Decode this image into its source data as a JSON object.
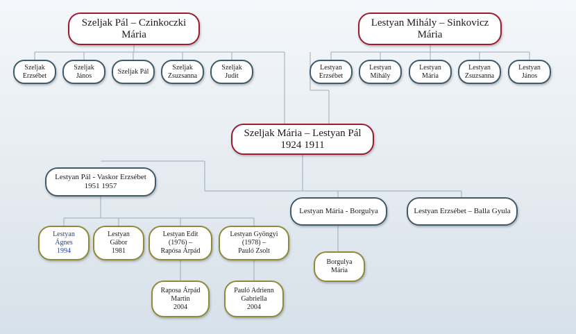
{
  "nodes": {
    "grandparents_left": "Szeljak Pál – Czinkoczki\nMária",
    "grandparents_right": "Lestyan Mihály – Sinkovicz\nMária",
    "left_children": [
      "Szeljak\nErzsébet",
      "Szeljak\nJános",
      "Szeljak Pál",
      "Szeljak\nZsuzsanna",
      "Szeljak\nJudit"
    ],
    "right_children": [
      "Lestyan\nErzsébet",
      "Lestyan\nMihály",
      "Lestyan\nMária",
      "Lestyan\nZsuzsanna",
      "Lestyan\nJános"
    ],
    "center_couple": "Szeljak Mária – Lestyan Pál\n1924           1911",
    "couple_pal": "Lestyan Pál  - Vaskor Erzsébet\n1951              1957",
    "couple_maria": "Lestyan Mária - Borgulya",
    "couple_erzsebet": "Lestyan Erzsébet – Balla Gyula",
    "grandchildren": [
      "Lestyan\nÁgnes\n1994",
      "Lestyan\nGábor\n1981",
      "Lestyan Edit\n(1976) –\nRapósa Árpád",
      "Lestyan Gyöngyi\n(1978) –\nPauló Zsolt"
    ],
    "borgulya_maria": "Borgulya\nMária",
    "great_grandchildren": [
      "Raposa Árpád\nMartin\n2004",
      "Pauló Adrienn\nGabriella\n2004"
    ]
  },
  "colors": {
    "red_border": "#9b1b30",
    "slate_border": "#3f5a6b",
    "olive_border": "#8f8a3a",
    "highlight_text": "#1f3fa8",
    "connector": "#9aabb8"
  }
}
